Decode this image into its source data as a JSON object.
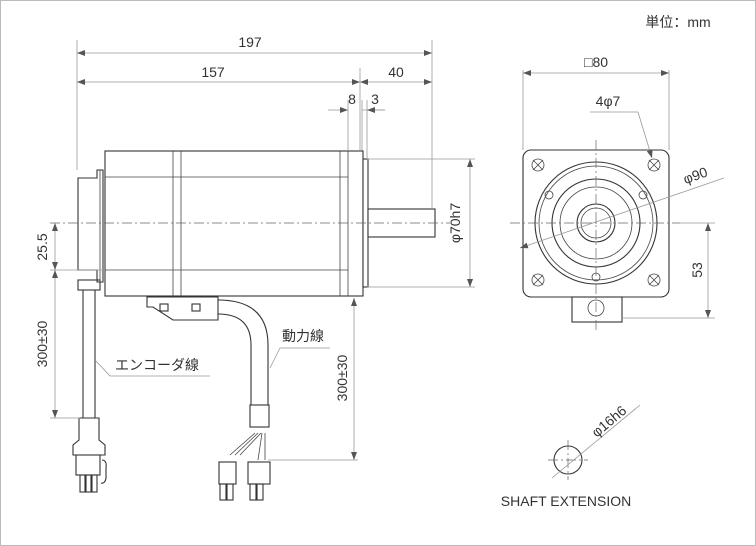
{
  "unit_label": "単位：mm",
  "dimensions": {
    "overall_length": "197",
    "body_length": "157",
    "shaft_length": "40",
    "flange_thickness": "8",
    "pilot_length": "3",
    "pilot_diameter": "φ70h7",
    "encoder_offset": "25.5",
    "encoder_cable_length": "300±30",
    "power_cable_length": "300±30",
    "flange_square": "□80",
    "mount_holes": "4φ7",
    "bolt_circle": "φ90",
    "connector_height": "53",
    "shaft_diameter": "φ16h6"
  },
  "labels": {
    "encoder_cable": "エンコーダ線",
    "power_cable": "動力線",
    "shaft_extension": "SHAFT EXTENSION"
  }
}
